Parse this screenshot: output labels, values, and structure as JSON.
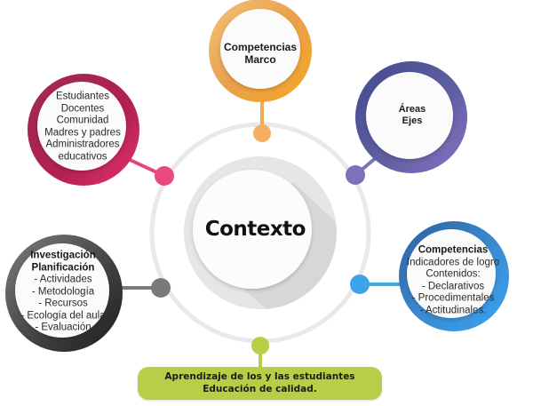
{
  "center": {
    "title": "Contexto"
  },
  "nodes": {
    "top": {
      "lines": [
        "Competencias",
        "Marco"
      ],
      "bold": [
        true,
        true
      ],
      "color": "#efa24e"
    },
    "top_left": {
      "lines": [
        "Estudiantes",
        "Docentes",
        "Comunidad",
        "Madres y padres",
        "Administradores",
        "educativos"
      ],
      "color": "#c21e5a"
    },
    "top_right": {
      "lines": [
        "Áreas",
        "Ejes"
      ],
      "color": "#5b5aa0"
    },
    "bottom_right": {
      "lines": [
        "Competencias",
        "Indicadores de logro",
        "Contenidos:",
        "- Declarativos",
        "- Procedimentales",
        "- Actitudinales."
      ],
      "color": "#2d8ae0"
    },
    "bottom_left": {
      "lines": [
        "Investigación",
        "Planificación",
        "- Actividades",
        "- Metodología",
        "- Recursos",
        "- Ecología del aula",
        "- Evaluación"
      ],
      "color": "#4a4a4a"
    }
  },
  "banner": {
    "lines": [
      "Aprendizaje de los y las estudiantes",
      "Educación de calidad."
    ],
    "color": "#b9cd47"
  },
  "colors": {
    "ring": "#e8e8ea",
    "inner_disk": "#e4e4e4",
    "pink_dot": "#e84a7e",
    "orange_dot": "#f4b060",
    "purple_dot": "#7c72b8",
    "blue_dot": "#3fa3ea",
    "gray_dot": "#7a7a7a",
    "green_dot": "#b9cd47"
  }
}
